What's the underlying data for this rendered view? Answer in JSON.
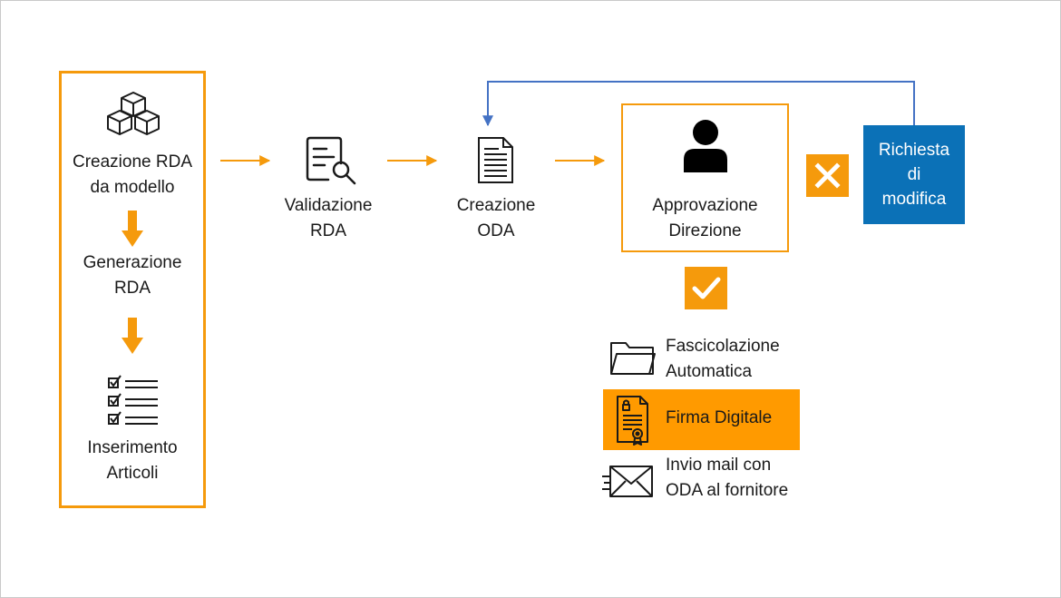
{
  "colors": {
    "accent_orange": "#f59a0c",
    "firma_orange": "#ff9a00",
    "blue": "#0b71b7",
    "loop_line": "#4472c4"
  },
  "left_column": {
    "step1": {
      "line1": "Creazione RDA",
      "line2": "da modello",
      "icon": "cubes-icon"
    },
    "step2": {
      "line1": "Generazione",
      "line2": "RDA"
    },
    "step3": {
      "line1": "Inserimento",
      "line2": "Articoli",
      "icon": "checklist-icon"
    }
  },
  "validazione": {
    "line1": "Validazione",
    "line2": "RDA",
    "icon": "document-search-icon"
  },
  "creazione_oda": {
    "line1": "Creazione",
    "line2": "ODA",
    "icon": "document-icon"
  },
  "approvazione": {
    "line1": "Approvazione",
    "line2": "Direzione",
    "icon": "person-icon"
  },
  "richiesta": {
    "line1": "Richiesta",
    "line2": "di",
    "line3": "modifica"
  },
  "outcomes": {
    "fascicolazione": {
      "line1": "Fascicolazione",
      "line2": "Automatica",
      "icon": "folder-icon"
    },
    "firma": {
      "line1": "Firma Digitale",
      "icon": "certificate-icon"
    },
    "invio": {
      "line1": "Invio mail con",
      "line2": "ODA al fornitore",
      "icon": "mail-icon"
    }
  }
}
